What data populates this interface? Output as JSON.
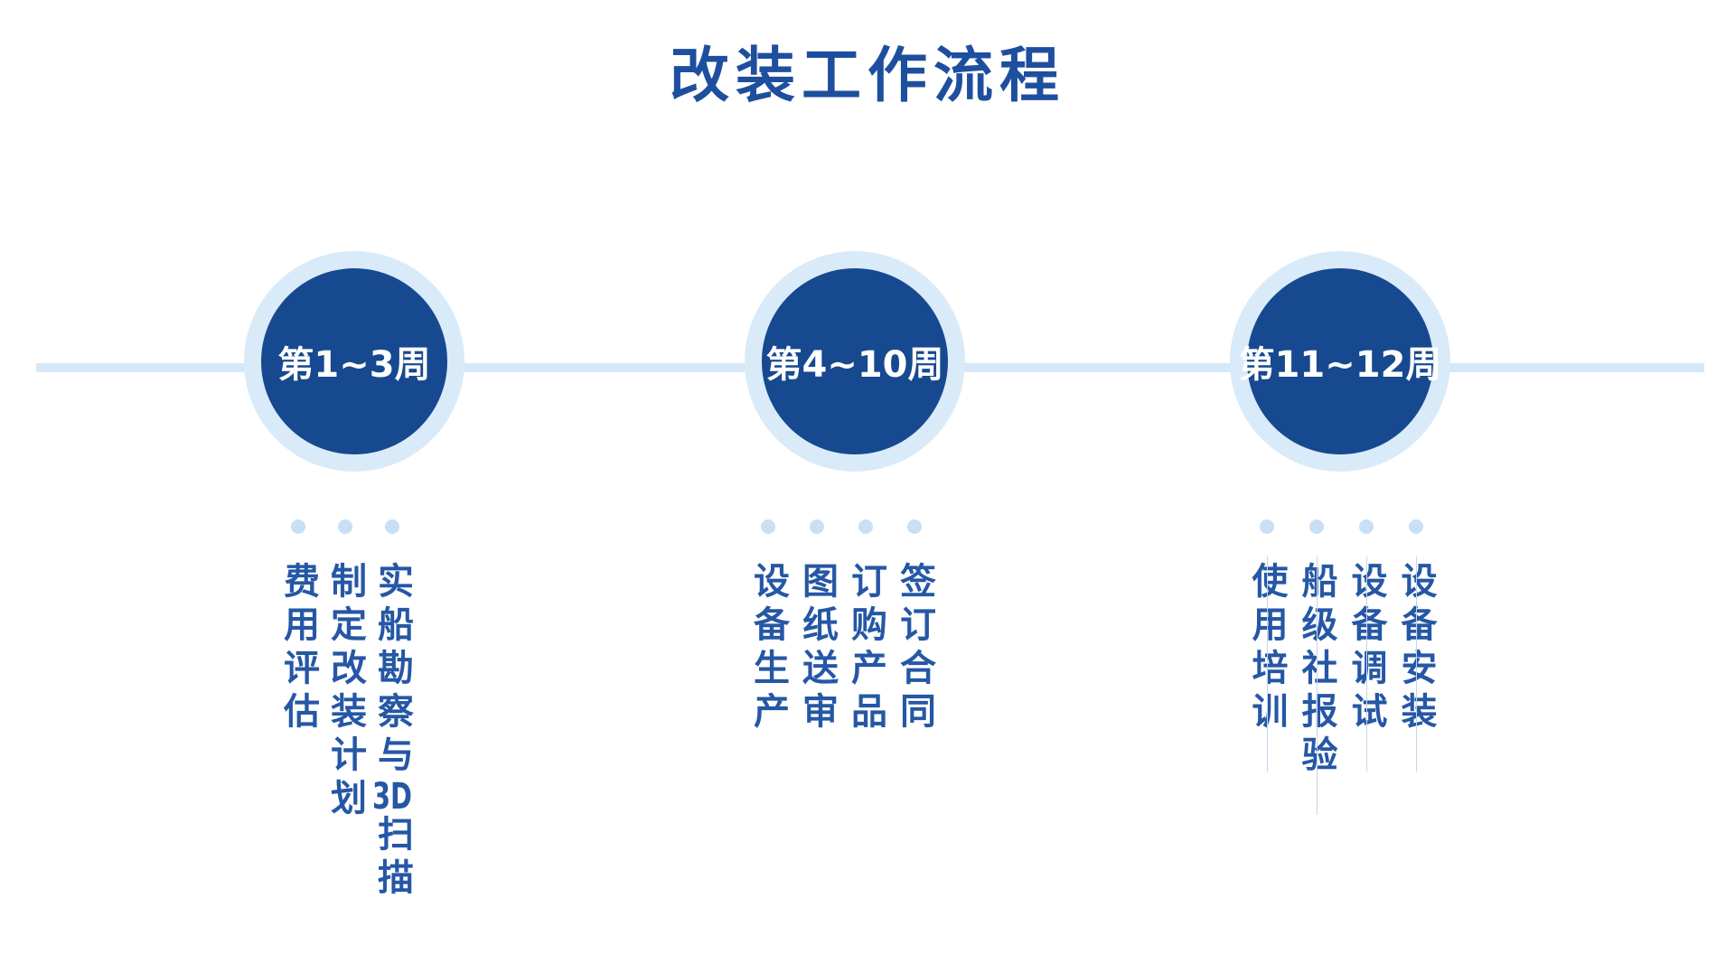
{
  "title": {
    "text": "改装工作流程"
  },
  "colors": {
    "title_blue": "#1E4F9E",
    "circle_fill": "#16498F",
    "circle_ring": "#D9EAF9",
    "timeline_line": "#D6E8F8",
    "dot": "#C9DFF4",
    "task_text": "#2557A5",
    "circle_label_text": "#FFFFFF",
    "background": "#FFFFFF"
  },
  "timeline": {
    "groups": [
      {
        "week_label": "第1~3周",
        "items": [
          {
            "label": "实船勘察与3D扫描"
          },
          {
            "label": "制定改装计划"
          },
          {
            "label": "费用评估"
          }
        ]
      },
      {
        "week_label": "第4~10周",
        "items": [
          {
            "label": "签订合同"
          },
          {
            "label": "订购产品"
          },
          {
            "label": "图纸送审"
          },
          {
            "label": "设备生产"
          }
        ]
      },
      {
        "week_label": "第11~12周",
        "items": [
          {
            "label": "设备安装"
          },
          {
            "label": "设备调试"
          },
          {
            "label": "船级社报验"
          },
          {
            "label": "使用培训"
          }
        ]
      }
    ]
  }
}
